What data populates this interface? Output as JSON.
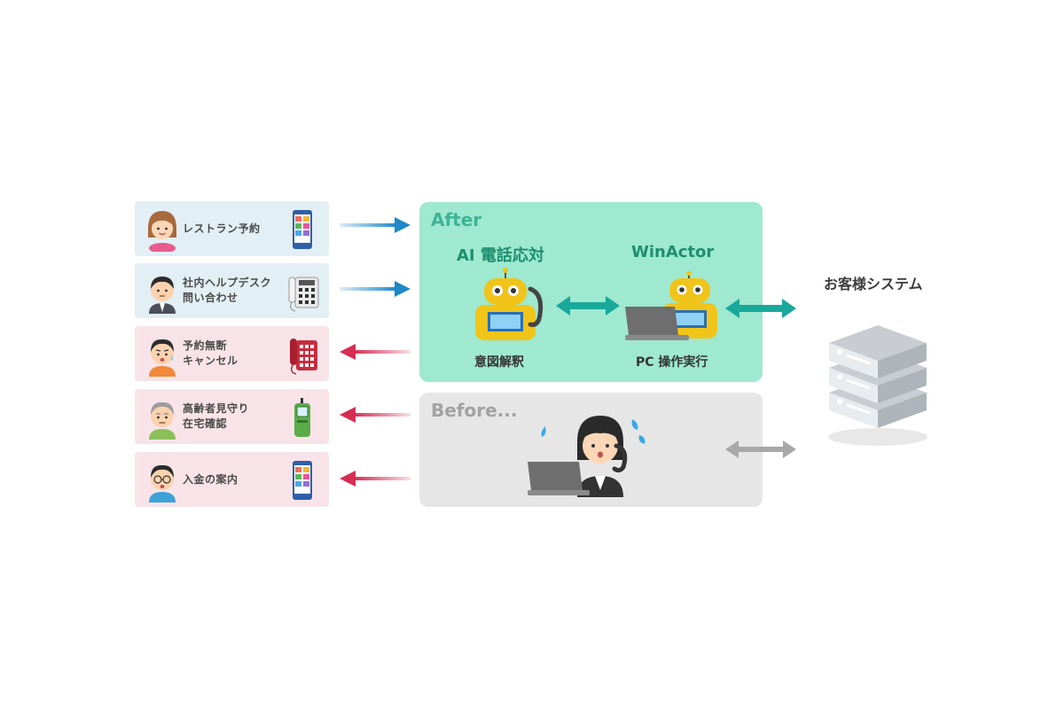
{
  "cases": [
    {
      "label": "レストラン予約",
      "direction": "in",
      "device": "smartphone-icon",
      "avatar": "woman-avatar"
    },
    {
      "label": "社内ヘルプデスク\n問い合わせ",
      "direction": "in",
      "device": "office-phone-icon",
      "avatar": "businessman-avatar"
    },
    {
      "label": "予約無断\nキャンセル",
      "direction": "out",
      "device": "red-telephone-icon",
      "avatar": "worried-man-avatar"
    },
    {
      "label": "高齢者見守り\n在宅確認",
      "direction": "out",
      "device": "flip-phone-icon",
      "avatar": "elderly-man-avatar"
    },
    {
      "label": "入金の案内",
      "direction": "out",
      "device": "smartphone-icon",
      "avatar": "glasses-man-avatar"
    }
  ],
  "after": {
    "title": "After",
    "ai_heading": "AI 電話応対",
    "ai_caption": "意図解釈",
    "winactor_heading": "WinActor",
    "winactor_caption": "PC 操作実行"
  },
  "before": {
    "title": "Before..."
  },
  "system": {
    "label": "お客様システム"
  },
  "colors": {
    "inbound_arrow": "#1e88c8",
    "outbound_arrow": "#d62d52",
    "after_panel": "#9ee9cf",
    "before_panel": "#e6e6e6",
    "teal_arrow": "#18a99a",
    "gray_arrow": "#a8a8a8",
    "robot_yellow": "#f0c419"
  }
}
